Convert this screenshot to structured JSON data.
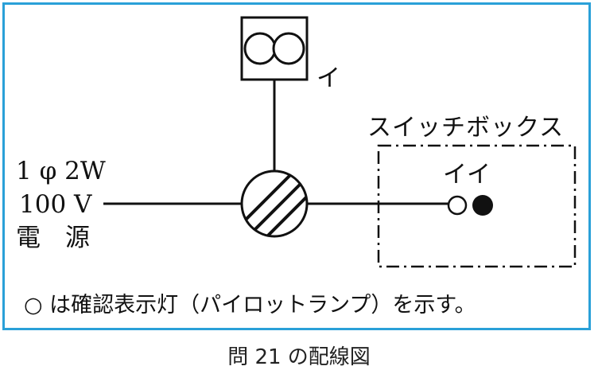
{
  "diagram": {
    "receptacle_label": "イ",
    "switchbox_title": "スイッチボックス",
    "switch_labels": "イイ",
    "source_phase": "1 φ 2W",
    "source_voltage": "100 V",
    "source_name": "電　源",
    "note": "○ は確認表示灯（パイロットランプ）を示す。"
  },
  "caption": "問 21 の配線図",
  "colors": {
    "frame": "#2aa0d8",
    "line": "#111111"
  }
}
